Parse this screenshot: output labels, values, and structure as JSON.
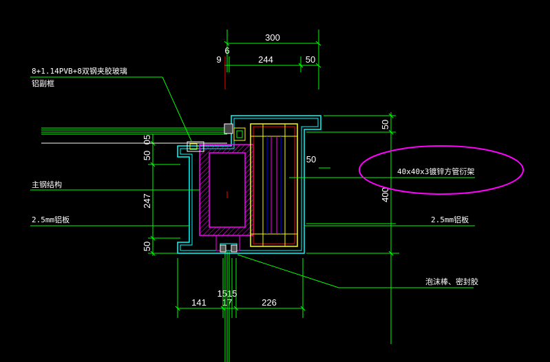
{
  "dimensions": {
    "top_overall": "300",
    "top_9": "9",
    "top_6": "6",
    "top_244": "244",
    "top_50": "50",
    "right_50_top": "50",
    "right_50_mid": "50",
    "right_400": "400",
    "left_05": "05",
    "left_50_top": "50",
    "left_247": "247",
    "left_50_bottom": "50",
    "bottom_141": "141",
    "bottom_1515": "1515",
    "bottom_17": "17",
    "bottom_226": "226"
  },
  "labels": {
    "glass": "8+1.14PVB+8双钢夹胶玻璃",
    "aluminum_frame": "铝副框",
    "main_steel": "主钢结构",
    "aluminum_plate_left": "2.5mm铝板",
    "steel_tube_frame": "40x40x3镀锌方管衍架",
    "aluminum_plate_right": "2.5mm铝板",
    "sealant": "泡沫棒、密封胶"
  },
  "colors": {
    "background": "#000000",
    "dimension_line": "#00ff00",
    "outline_cyan": "#00ffff",
    "steel_magenta": "#ff00ff",
    "frame_yellow": "#ffff00",
    "frame_red": "#ff0000",
    "frame_blue": "#0000ff",
    "highlight_ellipse": "#ff00ff",
    "text": "#ffffff"
  }
}
